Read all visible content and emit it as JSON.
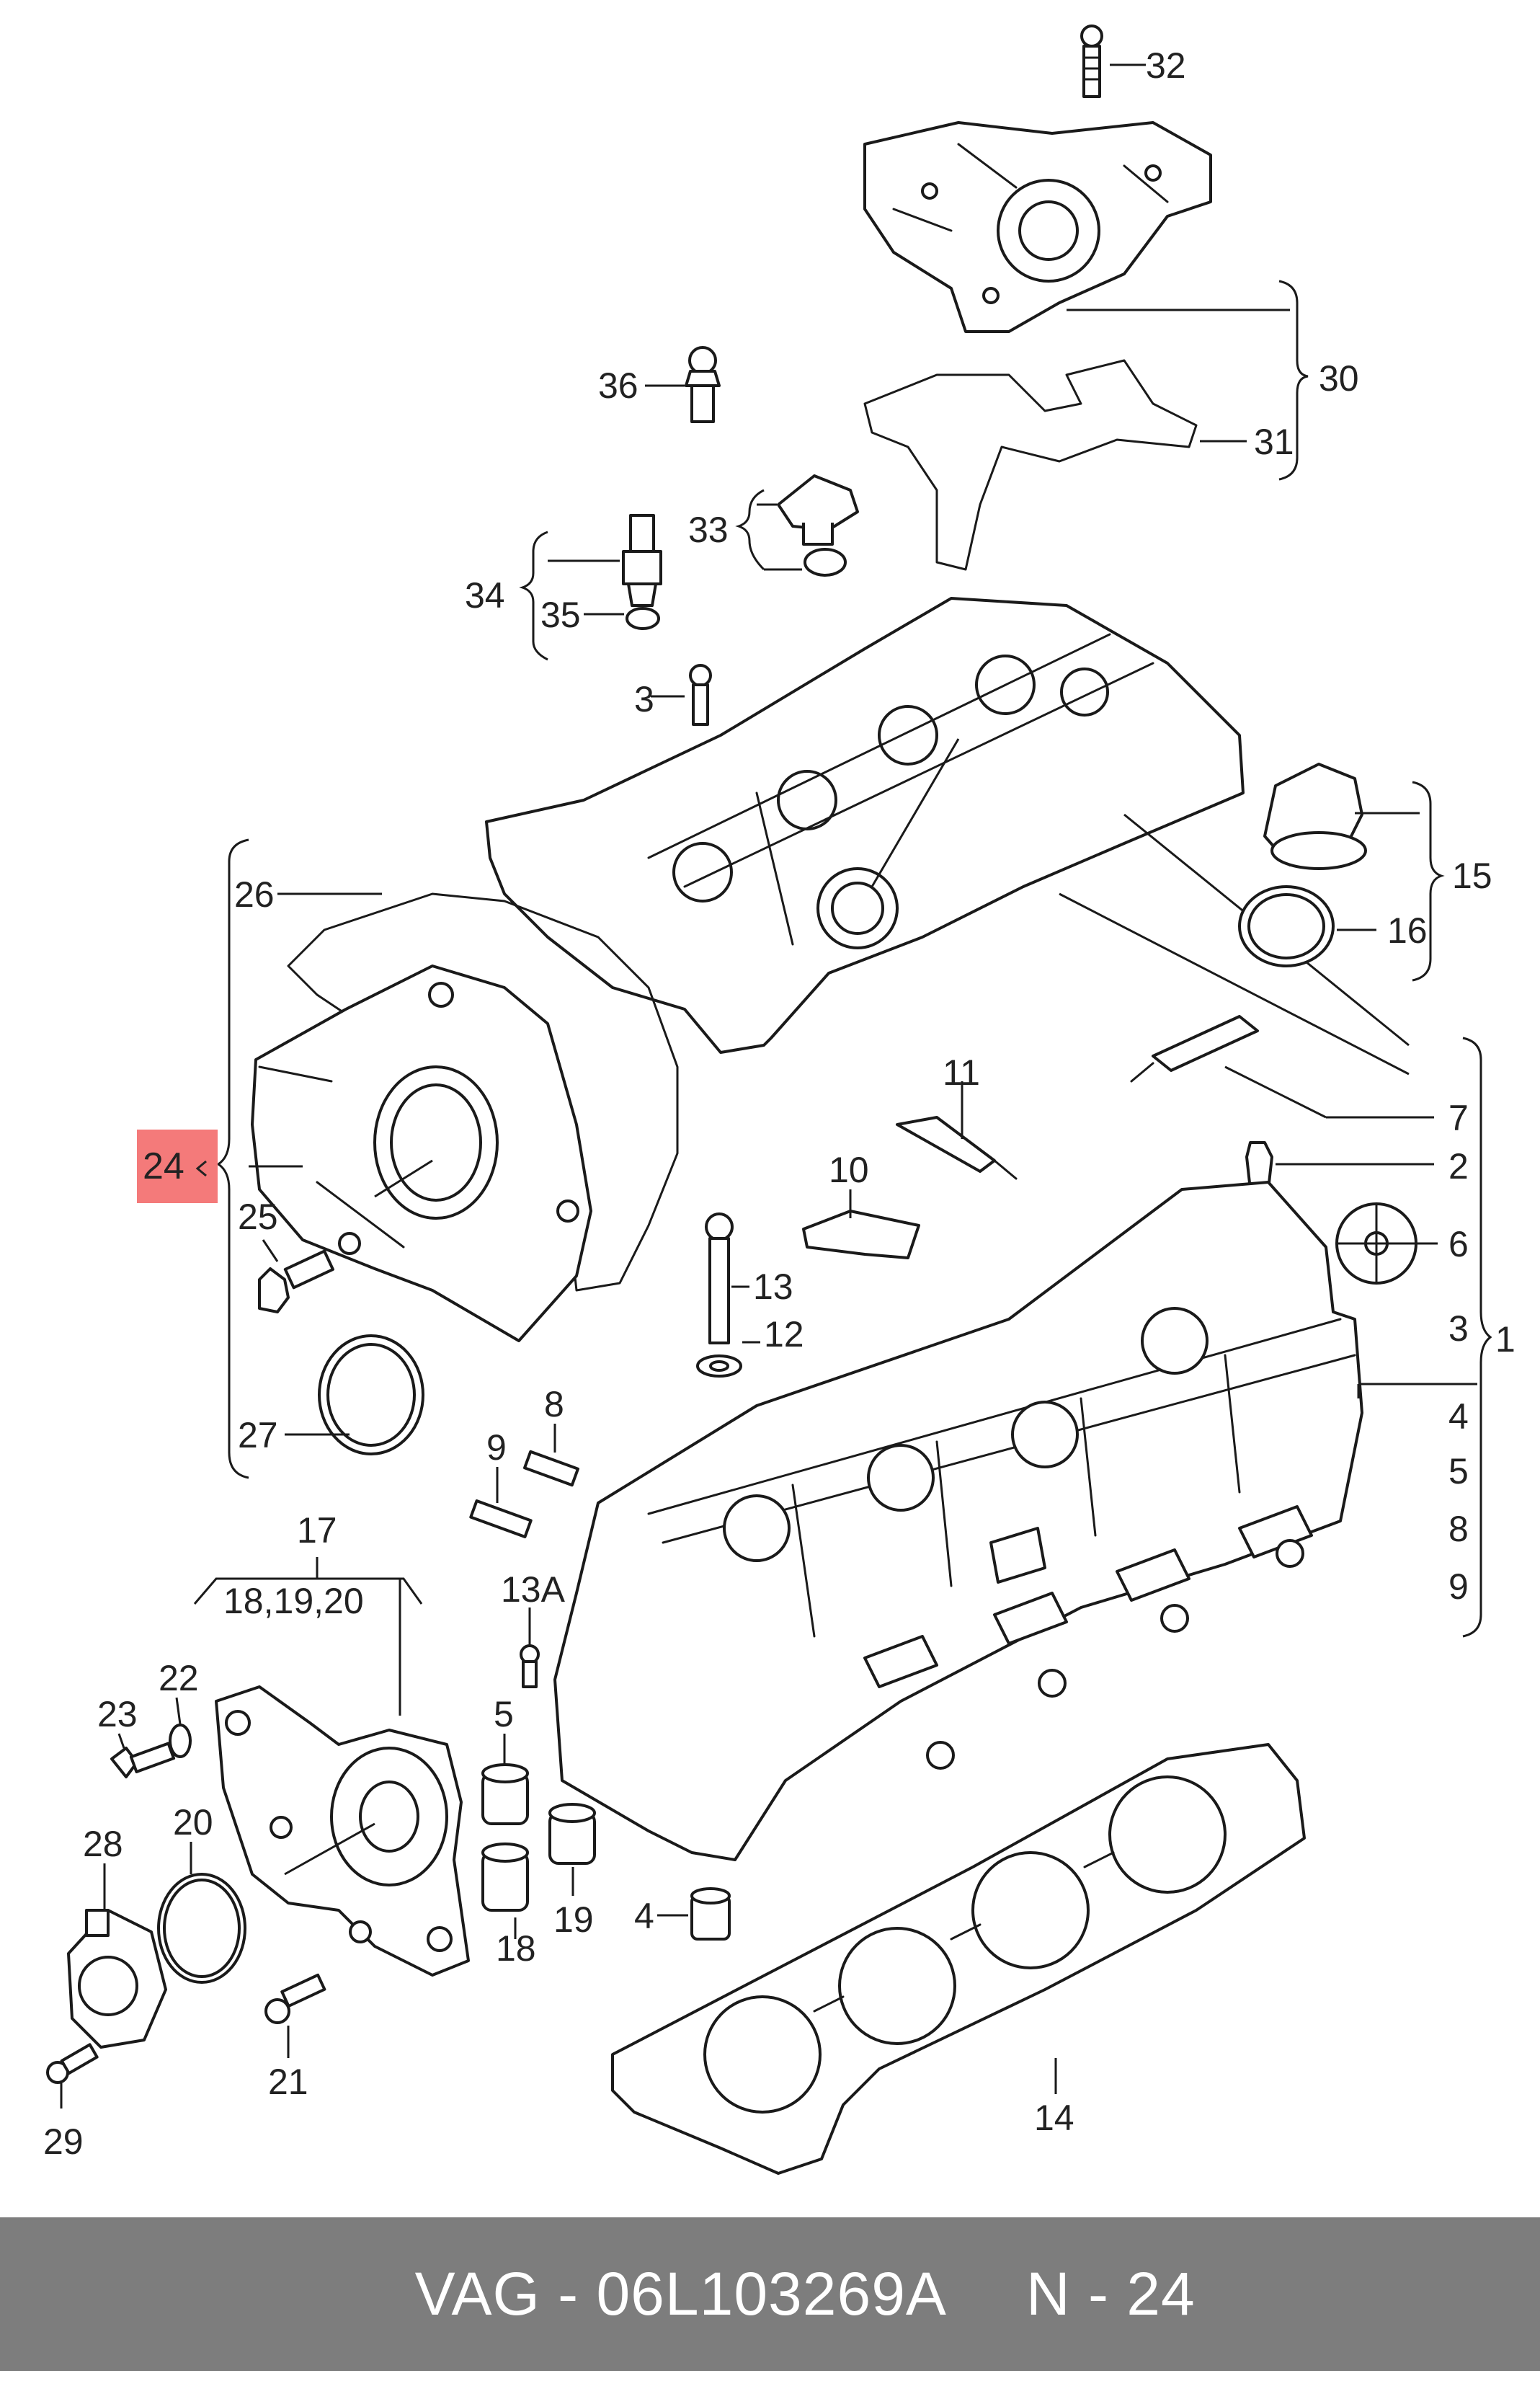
{
  "callouts": {
    "c32": "32",
    "c30": "30",
    "c31": "31",
    "c36": "36",
    "c33": "33",
    "c34": "34",
    "c35": "35",
    "c3a": "3",
    "c26": "26",
    "c15": "15",
    "c16": "16",
    "c24": "24",
    "c25": "25",
    "c11": "11",
    "c7": "7",
    "c10": "10",
    "c2": "2",
    "c6": "6",
    "c13": "13",
    "c12": "12",
    "c3b": "3",
    "c1": "1",
    "c27": "27",
    "c8": "8",
    "c4a": "4",
    "c9a": "9",
    "c5a": "5",
    "c8b": "8",
    "c9b": "9",
    "c17": "17",
    "c18_19_20": "18,19,20",
    "c13A": "13A",
    "c22": "22",
    "c23": "23",
    "c5b": "5",
    "c20": "20",
    "c28": "28",
    "c18": "18",
    "c19": "19",
    "c4b": "4",
    "c21": "21",
    "c14": "14",
    "c29": "29"
  },
  "highlight": {
    "label": "24",
    "color": "#f47a7a"
  },
  "footer": {
    "part_number": "VAG - 06L103269A",
    "position_ref": "N - 24",
    "background": "#7d7d7d"
  }
}
